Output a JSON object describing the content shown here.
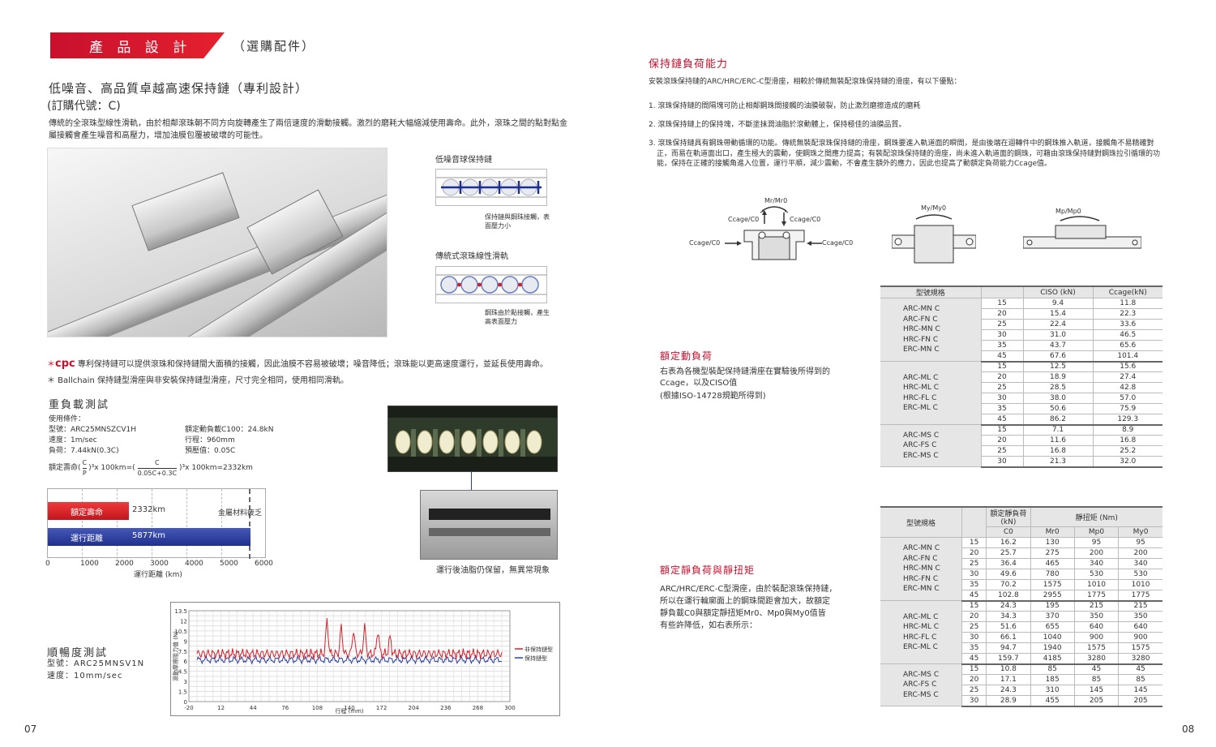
{
  "header": {
    "band_title": "產 品 設 計",
    "band_sub": "（選購配件）"
  },
  "left": {
    "heading": "低噪音、高品質卓越高速保持鏈（專利設計）",
    "order_code": "(訂購代號：C)",
    "intro": "傳統的全滾珠型線性滑軌，由於相鄰滾珠朝不同方向旋轉產生了兩倍速度的滑動接觸。激烈的磨耗大幅縮減使用壽命。此外，滾珠之間的點對點金屬接觸會產生噪音和高壓力，增加油膜包覆被破壞的可能性。",
    "schem1_title": "低噪音球保持鏈",
    "schem1_note": "保持鏈與鋼珠接觸，表面壓力小",
    "schem2_title": "傳統式滾珠線性滑軌",
    "schem2_note": "鋼珠由於點接觸，產生高表面壓力",
    "cpc_star": "＊",
    "cpc_logo": "cpc",
    "cpc_text": "專利保持鏈可以提供滾珠和保持鏈間大面積的接觸，因此油膜不容易被破壞；噪音降低；滾珠能以更高速度運行，並延長使用壽命。",
    "ballchain_text": "＊ Ballchain 保持鏈型滑座與非安裝保持鏈型滑座，尺寸完全相同，使用相同滑軌。",
    "load_test_title": "重負載測試",
    "conditions_label": "使用條件：",
    "cond_model": "型號：ARC25MNSZCV1H",
    "cond_speed": "速度：1m/sec",
    "cond_load": "負荷：7.44kN(0.3C)",
    "cond_rated": "額定動負載C100：24.8kN",
    "cond_stroke": "行程：960mm",
    "cond_preload": "預壓值：0.05C",
    "formula_a": "額定壽命(",
    "formula_frac_top": "C",
    "formula_frac_bot": "P",
    "formula_b": ")³x 100km=(",
    "formula_frac2_top": "C",
    "formula_frac2_bot": "0.05C+0.3C",
    "formula_c": ")³x 100km=2332km",
    "life_label": "額定壽命",
    "life_value": "2332km",
    "fatigue_label": "金屬材料疲乏",
    "run_label": "運行距離",
    "run_value": "5877km",
    "axis_title": "運行距離 (km)",
    "ticks": [
      "0",
      "1000",
      "2000",
      "3000",
      "4000",
      "5000",
      "6000"
    ],
    "lube_caption": "運行後油脂仍保留，無異常現象",
    "smooth_title": "順暢度測試",
    "smooth_model": "型號：ARC25MNSV1N",
    "smooth_speed": "速度：10mm/sec",
    "page_no": "07"
  },
  "smooth_chart": {
    "ylabel": "滾動摩擦阻力值 (N)",
    "xlabel": "行程 (mm)",
    "yticks": [
      "13.5",
      "12",
      "10.5",
      "9",
      "7.5",
      "6",
      "4.5",
      "3",
      "1.5",
      "0"
    ],
    "xticks": [
      "-20",
      "12",
      "44",
      "76",
      "108",
      "140",
      "172",
      "204",
      "236",
      "268",
      "300"
    ],
    "legend": [
      "非保持鏈型",
      "保持鏈型"
    ],
    "colors": [
      "#d8202a",
      "#2a3f9e"
    ]
  },
  "right": {
    "cage_title": "保持鏈負荷能力",
    "cage_intro": "安裝滾珠保持鏈的ARC/HRC/ERC-C型滑座，相較於傳統無裝配滾珠保持鏈的滑座，有以下優點：",
    "p1": "1. 滾珠保持鏈的間隔塊可防止相鄰鋼珠間接觸的油膜破裂，防止激烈磨擦造成的磨耗",
    "p2": "2. 滾珠保持鏈上的保持塊，不斷塗抹潤油脂於滾動體上，保持極佳的油膜品質。",
    "p3": "3. 滾珠保持鏈具有鋼珠帶動循環的功能。傳統無裝配滾珠保持鏈的滑座，鋼珠要進入軌道面的瞬間，是由後端在迴轉件中的鋼珠推入軌道，接觸角不易精確對正，而易在軌道面出口，產生極大的震動，使鋼珠之間應力提高；有裝配滾珠保持鏈的滑座，尚未進入軌道面的鋼珠，可藉由滾珠保持鏈對鋼珠拉引循環的功能，保持在正確的接觸角進入位置，運行平順，減少震動，不會產生額外的應力，因此也提高了動額定負荷能力Ccage值。",
    "mr_label": "Mr/Mr0",
    "my_label": "My/My0",
    "mp_label": "Mp/Mp0",
    "cc1": "Ccage/C0",
    "cc2": "Ccage/C0",
    "cc3": "Ccage/C0",
    "cc4": "Ccage/C0",
    "dyn_title": "額定動負荷",
    "dyn_l1": "右表為各機型裝配保持鏈滑座在實驗後所得到的",
    "dyn_l2": "Ccage，以及CISO值",
    "dyn_l3": "(根據ISO-14728規範所得到)",
    "stat_title": "額定靜負荷與靜扭矩",
    "stat_l1": "ARC/HRC/ERC-C型滑座，由於裝配滾珠保持鏈，",
    "stat_l2": "所以在運行輪廓面上的鋼珠間距會加大，故額定",
    "stat_l3": "靜負載C0與額定靜扭矩Mr0、Mp0與My0值皆",
    "stat_l4": "有些許降低，如右表所示：",
    "page_no": "08"
  },
  "table1": {
    "h_model": "型號規格",
    "h_ciso": "CISO (kN)",
    "h_ccage": "Ccage(kN)",
    "groups": [
      {
        "names": [
          "ARC-MN C",
          "ARC-FN C",
          "HRC-MN C",
          "HRC-FN C",
          "ERC-MN C"
        ],
        "rows": [
          [
            "15",
            "9.4",
            "11.8"
          ],
          [
            "20",
            "15.4",
            "22.3"
          ],
          [
            "25",
            "22.4",
            "33.6"
          ],
          [
            "30",
            "31.0",
            "46.5"
          ],
          [
            "35",
            "43.7",
            "65.6"
          ],
          [
            "45",
            "67.6",
            "101.4"
          ]
        ]
      },
      {
        "names": [
          "ARC-ML C",
          "HRC-ML C",
          "HRC-FL C",
          "ERC-ML C"
        ],
        "rows": [
          [
            "15",
            "12.5",
            "15.6"
          ],
          [
            "20",
            "18.9",
            "27.4"
          ],
          [
            "25",
            "28.5",
            "42.8"
          ],
          [
            "30",
            "38.0",
            "57.0"
          ],
          [
            "35",
            "50.6",
            "75.9"
          ],
          [
            "45",
            "86.2",
            "129.3"
          ]
        ]
      },
      {
        "names": [
          "ARC-MS C",
          "ARC-FS C",
          "ERC-MS C"
        ],
        "rows": [
          [
            "15",
            "7.1",
            "8.9"
          ],
          [
            "20",
            "11.6",
            "16.8"
          ],
          [
            "25",
            "16.8",
            "25.2"
          ],
          [
            "30",
            "21.3",
            "32.0"
          ]
        ]
      }
    ]
  },
  "table2": {
    "h_model": "型號規格",
    "h_static": "額定靜負荷 (kN)",
    "h_torque": "靜扭矩 (Nm)",
    "h_c0": "C0",
    "h_mr": "Mr0",
    "h_mp": "Mp0",
    "h_my": "My0",
    "groups": [
      {
        "names": [
          "ARC-MN C",
          "ARC-FN C",
          "HRC-MN C",
          "HRC-FN C",
          "ERC-MN C"
        ],
        "rows": [
          [
            "15",
            "16.2",
            "130",
            "95",
            "95"
          ],
          [
            "20",
            "25.7",
            "275",
            "200",
            "200"
          ],
          [
            "25",
            "36.4",
            "465",
            "340",
            "340"
          ],
          [
            "30",
            "49.6",
            "780",
            "530",
            "530"
          ],
          [
            "35",
            "70.2",
            "1575",
            "1010",
            "1010"
          ],
          [
            "45",
            "102.8",
            "2955",
            "1775",
            "1775"
          ]
        ]
      },
      {
        "names": [
          "ARC-ML C",
          "HRC-ML C",
          "HRC-FL C",
          "ERC-ML C"
        ],
        "rows": [
          [
            "15",
            "24.3",
            "195",
            "215",
            "215"
          ],
          [
            "20",
            "34.3",
            "370",
            "350",
            "350"
          ],
          [
            "25",
            "51.6",
            "655",
            "640",
            "640"
          ],
          [
            "30",
            "66.1",
            "1040",
            "900",
            "900"
          ],
          [
            "35",
            "94.7",
            "1940",
            "1575",
            "1575"
          ],
          [
            "45",
            "159.7",
            "4185",
            "3280",
            "3280"
          ]
        ]
      },
      {
        "names": [
          "ARC-MS C",
          "ARC-FS C",
          "ERC-MS C"
        ],
        "rows": [
          [
            "15",
            "10.8",
            "85",
            "45",
            "45"
          ],
          [
            "20",
            "17.1",
            "185",
            "85",
            "85"
          ],
          [
            "25",
            "24.3",
            "310",
            "145",
            "145"
          ],
          [
            "30",
            "28.9",
            "455",
            "205",
            "205"
          ]
        ]
      }
    ]
  }
}
